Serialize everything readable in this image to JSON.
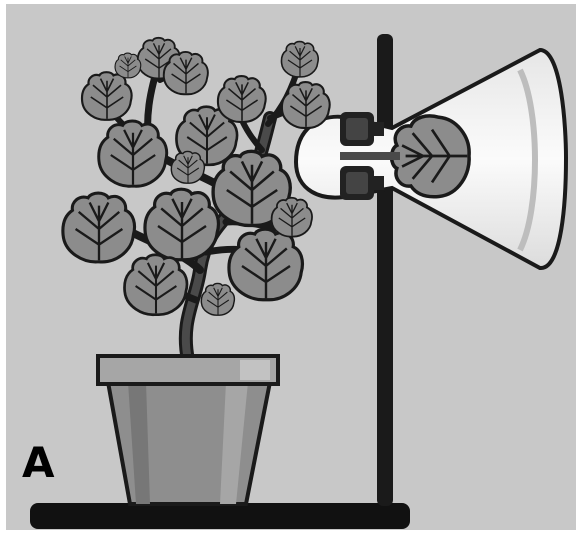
{
  "panel_label": "A",
  "colors": {
    "background": "#c8c8c8",
    "frame": "#ffffff",
    "outline": "#1a1a1a",
    "leaf": "#8c8c8c",
    "leaf_dark": "#5a5a5a",
    "stem": "#4a4a4a",
    "pot": "#8e8e8e",
    "pot_rim": "#a6a6a6",
    "base": "#111111",
    "glass": "#f2f2f2",
    "clamp": "#222222"
  },
  "icons": [
    "potted-plant",
    "ring-stand",
    "bell-jar",
    "clamp",
    "enclosed-leaf"
  ]
}
